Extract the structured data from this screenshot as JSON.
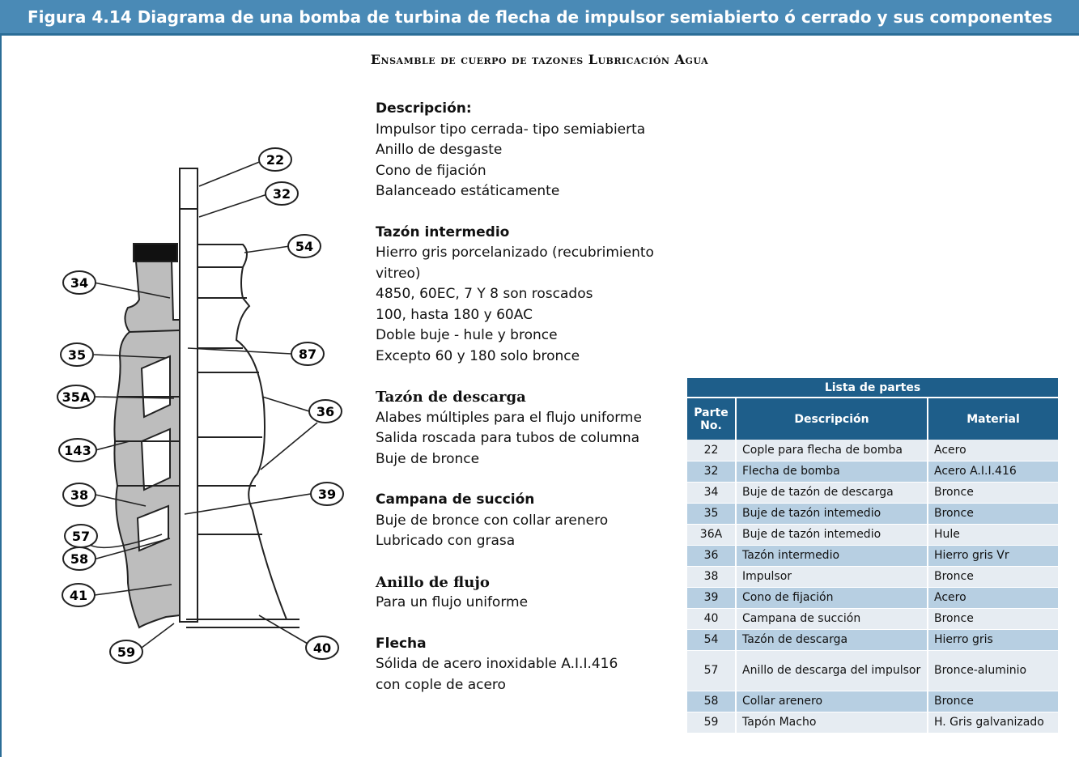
{
  "header": {
    "title": "Figura 4.14 Diagrama de una bomba de turbina de flecha de impulsor semiabierto ó cerrado y sus componentes"
  },
  "subtitle": "Ensamble de cuerpo de tazones Lubricación Agua",
  "colors": {
    "header_bg": "#4a8ab6",
    "table_header": "#1e5e8a",
    "row_light": "#e6ecf2",
    "row_dark": "#b7cfe2",
    "diagram_gray": "#bdbdbd"
  },
  "callouts": [
    "22",
    "32",
    "54",
    "34",
    "87",
    "35",
    "35A",
    "36",
    "143",
    "38",
    "39",
    "57",
    "58",
    "41",
    "59",
    "40"
  ],
  "description": [
    {
      "heading": "Descripción:",
      "lines": [
        "Impulsor tipo cerrada- tipo semiabierta",
        "Anillo de desgaste",
        "Cono de fijación",
        "Balanceado estáticamente"
      ]
    },
    {
      "heading": "Tazón intermedio",
      "lines": [
        "Hierro gris porcelanizado (recubrimiento vitreo)",
        "4850, 60EC, 7 Y 8 son roscados",
        "100, hasta 180 y 60AC",
        "Doble buje - hule y bronce",
        "Excepto 60 y 180 solo bronce"
      ]
    },
    {
      "heading": "Tazón de descarga",
      "lines": [
        "Alabes múltiples para el flujo uniforme",
        "Salida roscada para tubos de columna",
        "Buje de bronce"
      ]
    },
    {
      "heading": "Campana de succión",
      "lines": [
        "Buje de bronce con collar  arenero",
        "Lubricado con grasa"
      ]
    },
    {
      "heading": "Anillo de flujo",
      "lines": [
        "Para un flujo uniforme"
      ]
    },
    {
      "heading": "Flecha",
      "lines": [
        "Sólida de acero inoxidable A.I.I.416",
        "con cople de acero"
      ]
    }
  ],
  "parts_table": {
    "caption": "Lista de partes",
    "headers": [
      "Parte No.",
      "Descripción",
      "Material"
    ],
    "rows": [
      [
        "22",
        "Cople para flecha de bomba",
        "Acero"
      ],
      [
        "32",
        "Flecha de bomba",
        "Acero A.I.I.416"
      ],
      [
        "34",
        "Buje de tazón de descarga",
        "Bronce"
      ],
      [
        "35",
        "Buje de tazón intemedio",
        "Bronce"
      ],
      [
        "36A",
        " Buje de tazón intemedio",
        "Hule"
      ],
      [
        "36",
        "Tazón intermedio",
        "Hierro gris Vr"
      ],
      [
        "38",
        "Impulsor",
        "Bronce"
      ],
      [
        "39",
        "Cono de fijación",
        "Acero"
      ],
      [
        "40",
        "Campana de succión",
        "Bronce"
      ],
      [
        "54",
        "Tazón de descarga",
        "Hierro gris"
      ],
      [
        "57",
        "Anillo de descarga del impulsor",
        "Bronce-aluminio"
      ],
      [
        "58",
        "Collar arenero",
        "Bronce"
      ],
      [
        "59",
        "Tapón Macho",
        "H. Gris galvanizado"
      ]
    ]
  }
}
